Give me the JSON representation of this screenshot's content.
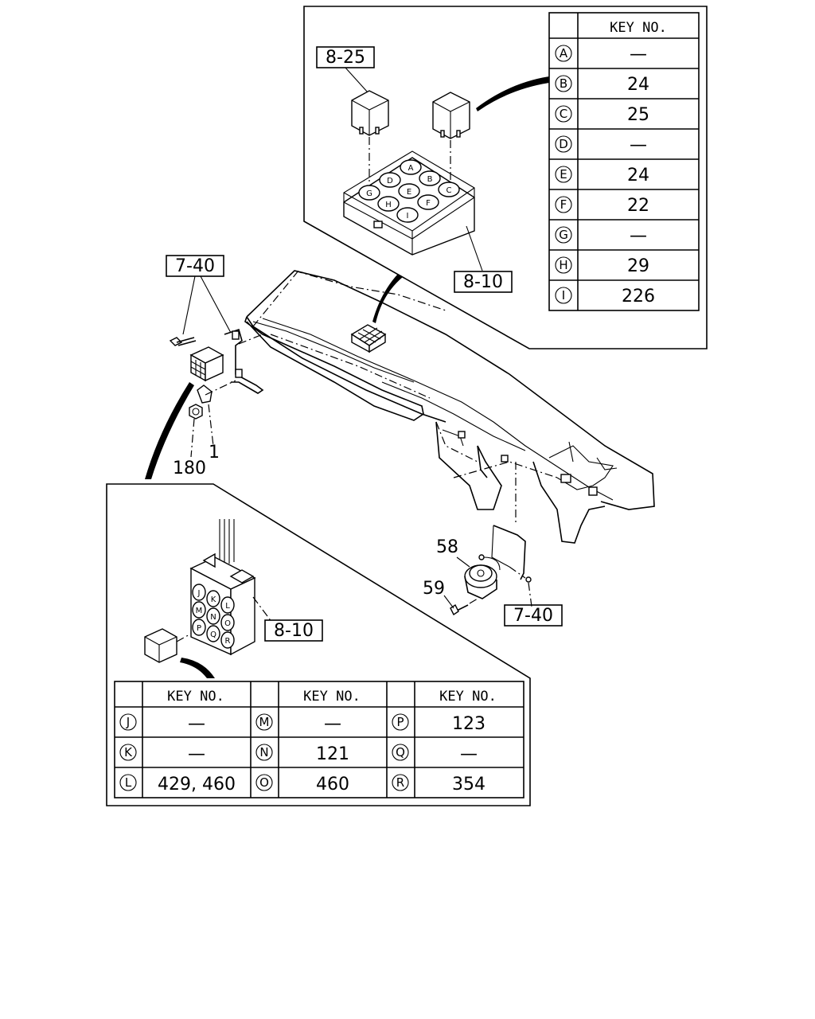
{
  "callouts": {
    "top_relay_ref": "8-25",
    "top_fuse_ref": "8-10",
    "left_bracket_ref": "7-40",
    "part_180": "180",
    "part_1": "1",
    "part_58": "58",
    "part_59": "59",
    "horn_bracket_ref": "7-40",
    "bottom_fuse_ref": "8-10"
  },
  "top_table": {
    "header": "KEY NO.",
    "rows": [
      {
        "key": "A",
        "value": "—"
      },
      {
        "key": "B",
        "value": "24"
      },
      {
        "key": "C",
        "value": "25"
      },
      {
        "key": "D",
        "value": "—"
      },
      {
        "key": "E",
        "value": "24"
      },
      {
        "key": "F",
        "value": "22"
      },
      {
        "key": "G",
        "value": "—"
      },
      {
        "key": "H",
        "value": "29"
      },
      {
        "key": "I",
        "value": "226"
      }
    ]
  },
  "top_box_letters": [
    "A",
    "B",
    "C",
    "D",
    "E",
    "F",
    "G",
    "H",
    "I"
  ],
  "bottom_table": {
    "headers": [
      "KEY NO.",
      "KEY NO.",
      "KEY NO."
    ],
    "rows": [
      [
        {
          "key": "J",
          "value": "—"
        },
        {
          "key": "M",
          "value": "—"
        },
        {
          "key": "P",
          "value": "123"
        }
      ],
      [
        {
          "key": "K",
          "value": "—"
        },
        {
          "key": "N",
          "value": "121"
        },
        {
          "key": "Q",
          "value": "—"
        }
      ],
      [
        {
          "key": "L",
          "value": "429, 460"
        },
        {
          "key": "O",
          "value": "460"
        },
        {
          "key": "R",
          "value": "354"
        }
      ]
    ]
  },
  "bottom_box_letters": [
    "J",
    "K",
    "L",
    "M",
    "N",
    "O",
    "P",
    "Q",
    "R"
  ]
}
